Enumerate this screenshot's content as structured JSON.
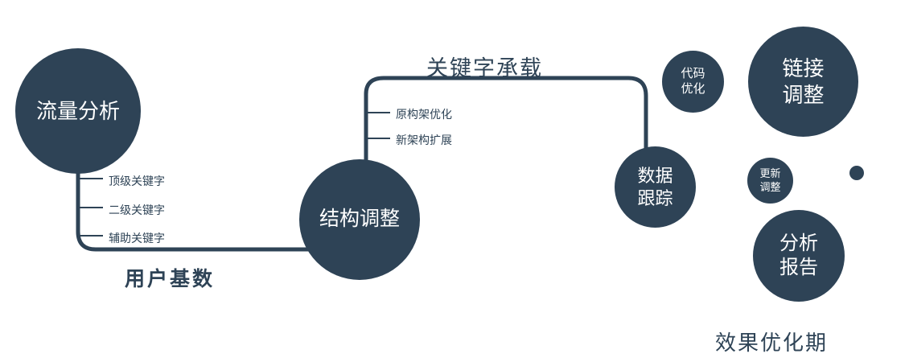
{
  "diagram": {
    "accent_color": "#2e4356",
    "nodes": {
      "traffic_analysis": {
        "label": "流量分析"
      },
      "structure_adjust": {
        "label": "结构调整"
      },
      "data_tracking": {
        "line1": "数据",
        "line2": "跟踪"
      },
      "code_optimization": {
        "line1": "代码",
        "line2": "优化"
      },
      "link_adjustment": {
        "line1": "链接",
        "line2": "调整"
      },
      "update_adjustment": {
        "line1": "更新",
        "line2": "调整"
      },
      "analysis_report": {
        "line1": "分析",
        "line2": "报告"
      }
    },
    "edge_labels": {
      "user_base": "用户基数",
      "keyword_carrying": "关键字承载"
    },
    "branches": {
      "keywords": [
        "顶级关键字",
        "二级关键字",
        "辅助关键字"
      ],
      "architecture": [
        "原构架优化",
        "新架构扩展"
      ]
    },
    "caption": "效果优化期"
  }
}
